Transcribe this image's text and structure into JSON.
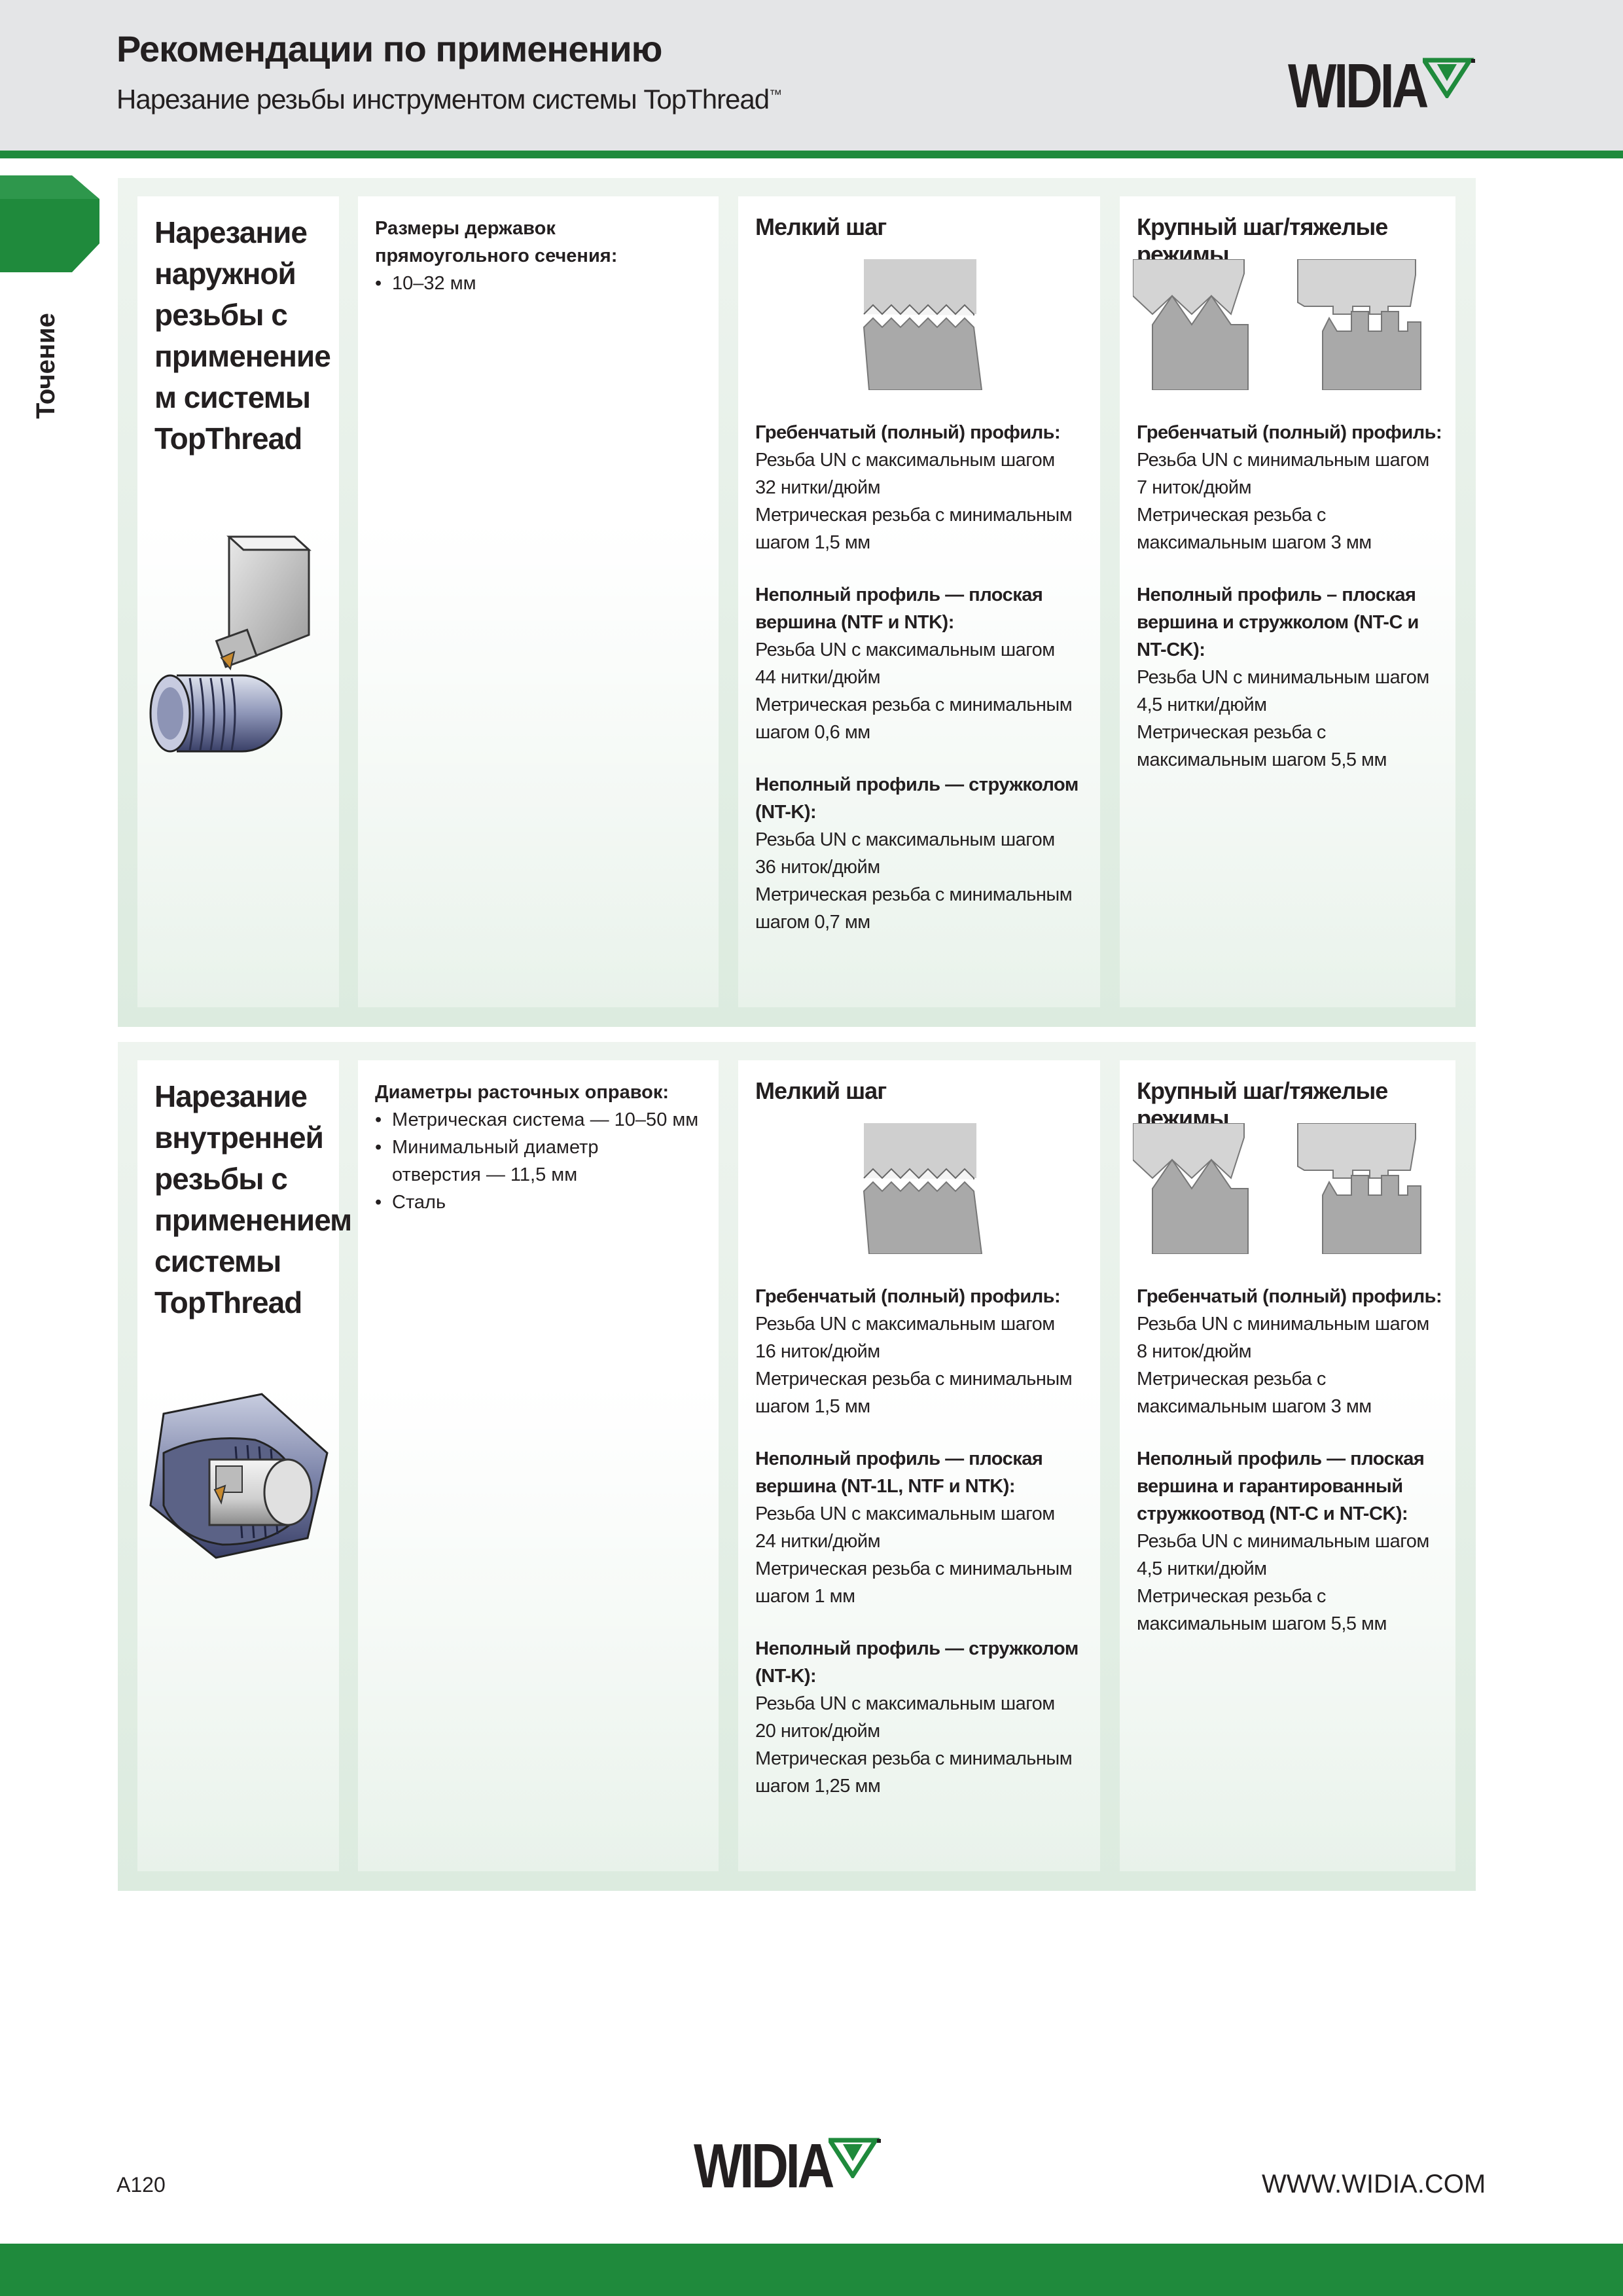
{
  "header": {
    "title": "Рекомендации по применению",
    "subtitle": "Нарезание резьбы инструментом системы TopThread",
    "subtitle_mark": "™",
    "logo_text": "WIDIA"
  },
  "side": {
    "label": "Точение"
  },
  "sections": [
    {
      "title": "Нарезание наружной резьбы с применение м системы TopThread",
      "spec_heading": "Размеры державок прямоугольного сечения:",
      "spec_items": [
        "10–32 мм"
      ],
      "fine": {
        "heading": "Мелкий шаг",
        "blocks": [
          {
            "title": "Гребенчатый (полный) профиль:",
            "lines": [
              "Резьба UN с максимальным шагом",
              "32 нитки/дюйм",
              "Метрическая резьба с минимальным",
              "шагом 1,5 мм"
            ]
          },
          {
            "title": "Неполный профиль — плоская вершина (NTF и NTK):",
            "lines": [
              "Резьба UN с максимальным шагом",
              "44 нитки/дюйм",
              "Метрическая резьба с минимальным",
              "шагом 0,6 мм"
            ]
          },
          {
            "title": "Неполный профиль — стружколом (NT-K):",
            "lines": [
              "Резьба UN с максимальным шагом",
              "36 ниток/дюйм",
              "Метрическая резьба с минимальным",
              "шагом 0,7 мм"
            ]
          }
        ]
      },
      "coarse": {
        "heading": "Крупный шаг/тяжелые режимы",
        "blocks": [
          {
            "title": "Гребенчатый (полный) профиль:",
            "lines": [
              "Резьба UN с минимальным шагом",
              "7 ниток/дюйм",
              "Метрическая резьба с",
              "максимальным шагом 3 мм"
            ]
          },
          {
            "title": "Неполный профиль – плоская вершина и стружколом (NT-C и NT-CK):",
            "lines": [
              "Резьба UN с минимальным шагом",
              "4,5 нитки/дюйм",
              "Метрическая резьба с",
              "максимальным шагом 5,5 мм"
            ]
          }
        ]
      }
    },
    {
      "title": "Нарезание внутренней резьбы с применением системы TopThread",
      "spec_heading": "Диаметры расточных оправок:",
      "spec_items": [
        "Метрическая система — 10–50 мм",
        "Минимальный диаметр отверстия — 11,5 мм",
        "Сталь"
      ],
      "fine": {
        "heading": "Мелкий шаг",
        "blocks": [
          {
            "title": "Гребенчатый (полный) профиль:",
            "lines": [
              "Резьба UN с максимальным шагом",
              "16 ниток/дюйм",
              "Метрическая резьба с минимальным",
              "шагом 1,5 мм"
            ]
          },
          {
            "title": "Неполный профиль — плоская вершина (NT-1L, NTF и NTK):",
            "lines": [
              "Резьба UN с максимальным шагом",
              "24 нитки/дюйм",
              "Метрическая резьба с минимальным",
              "шагом 1 мм"
            ]
          },
          {
            "title": "Неполный профиль — стружколом (NT-K):",
            "lines": [
              "Резьба UN с максимальным шагом",
              "20 ниток/дюйм",
              "Метрическая резьба с минимальным",
              "шагом 1,25 мм"
            ]
          }
        ]
      },
      "coarse": {
        "heading": "Крупный шаг/тяжелые режимы",
        "blocks": [
          {
            "title": "Гребенчатый (полный) профиль:",
            "lines": [
              "Резьба UN с минимальным шагом",
              "8 ниток/дюйм",
              "Метрическая резьба с",
              "максимальным шагом 3 мм"
            ]
          },
          {
            "title": "Неполный профиль — плоская вершина и гарантированный стружкоотвод (NT-C и NT-CK):",
            "lines": [
              "Резьба UN с минимальным шагом",
              "4,5 нитки/дюйм",
              "Метрическая резьба с",
              "максимальным шагом 5,5 мм"
            ]
          }
        ]
      }
    }
  ],
  "footer": {
    "page": "A120",
    "logo_text": "WIDIA",
    "url": "WWW.WIDIA.COM"
  },
  "colors": {
    "green": "#1f8a3c",
    "header_gray": "#e4e5e7",
    "panel_green": "#dcebdf"
  }
}
